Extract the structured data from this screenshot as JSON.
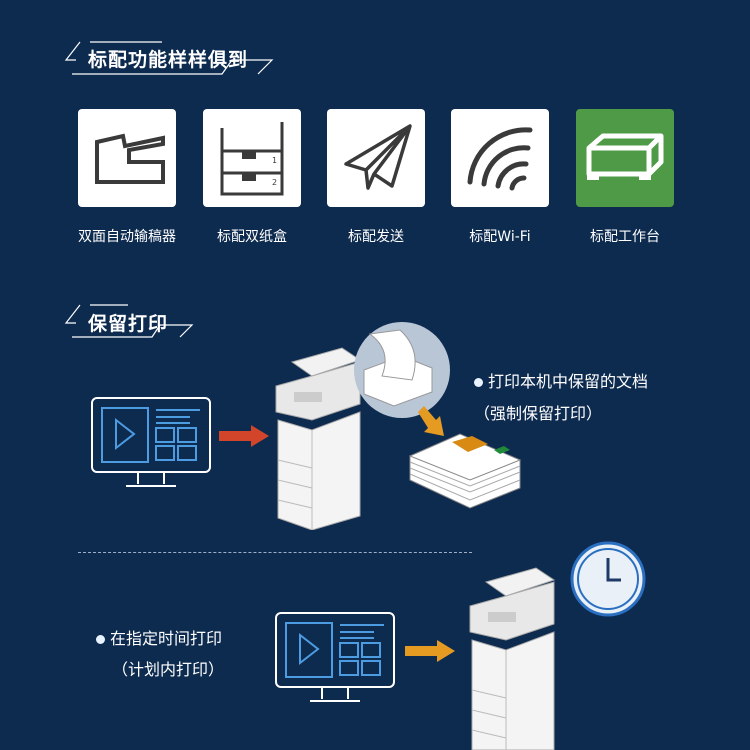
{
  "section1": {
    "title": "标配功能样样俱到",
    "features": [
      {
        "label": "双面自动输稿器",
        "icon": "document-feeder-icon"
      },
      {
        "label": "标配双纸盒",
        "icon": "paper-cassette-icon",
        "tray_numbers": [
          "1",
          "2"
        ]
      },
      {
        "label": "标配发送",
        "icon": "paper-plane-icon"
      },
      {
        "label": "标配Wi-Fi",
        "icon": "wifi-icon"
      },
      {
        "label": "标配工作台",
        "icon": "cabinet-icon"
      }
    ]
  },
  "section2": {
    "title": "保留打印",
    "hold_print": {
      "line1": "打印本机中保留的文档",
      "line2": "（强制保留打印）"
    },
    "scheduled_print": {
      "line1": "在指定时间打印",
      "line2": "（计划内打印）"
    }
  },
  "colors": {
    "background": "#0d2a4f",
    "green": "#4e9a47",
    "red_arrow": "#d2452a",
    "orange_arrow": "#e59a22",
    "monitor_blue": "#4d9be0"
  }
}
